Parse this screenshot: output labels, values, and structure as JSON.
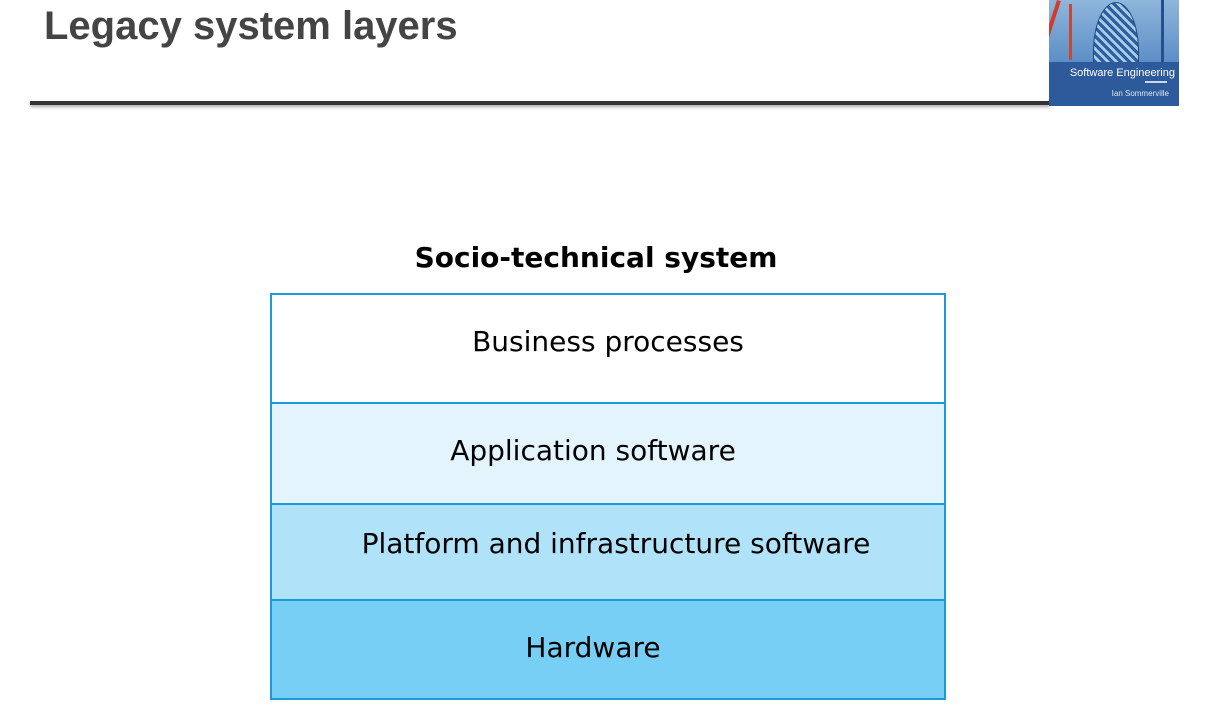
{
  "slide": {
    "title": "Legacy system layers"
  },
  "book_cover": {
    "title": "Software Engineering",
    "author": "Ian Sommerville"
  },
  "diagram": {
    "heading": "Socio-technical system",
    "layers": [
      {
        "label": "Business processes",
        "color": "#ffffff"
      },
      {
        "label": "Application software",
        "color": "#e3f4fc"
      },
      {
        "label": "Platform and infrastructure software",
        "color": "#b0e3fa"
      },
      {
        "label": "Hardware",
        "color": "#77cff6"
      }
    ],
    "border_color": "#1a9ad8"
  }
}
